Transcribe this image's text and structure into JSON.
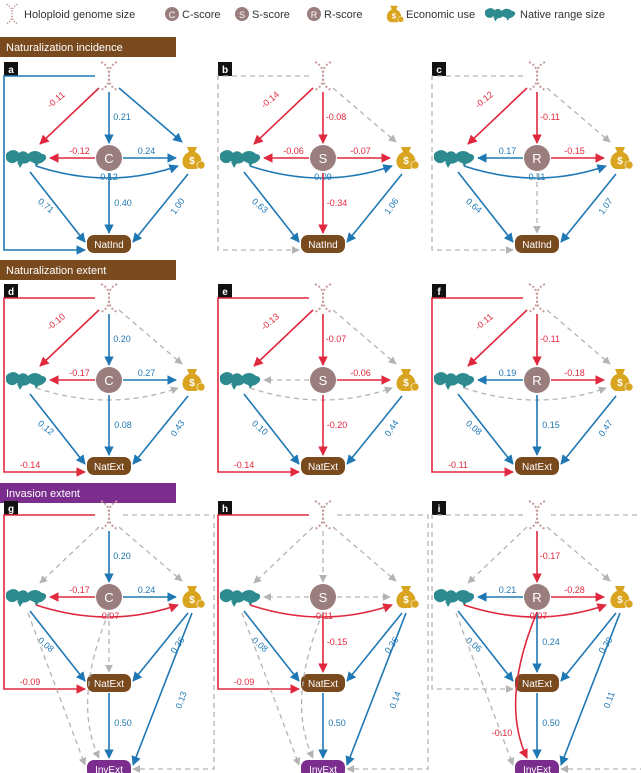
{
  "legend": {
    "genome": "Holoploid genome size",
    "c": "C-score",
    "s": "S-score",
    "r": "R-score",
    "econ": "Economic use",
    "range": "Native range size"
  },
  "headers": {
    "row1": "Naturalization incidence",
    "row2": "Naturalization extent",
    "row3": "Invasion extent"
  },
  "panels": {
    "a": {
      "tag": "a",
      "letter": "C",
      "target": "NatInd",
      "g_node": "-0.11",
      "g_econ": "",
      "node_range": "-0.12",
      "node_econ": "0.24",
      "range_econ": "0.12",
      "range_t": "0.71",
      "node_t": "0.40",
      "econ_t": "1.00",
      "g_t": "",
      "g_s": "0.21"
    },
    "b": {
      "tag": "b",
      "letter": "S",
      "target": "NatInd",
      "g_node": "-0.14",
      "node_range": "-0.06",
      "node_econ": "-0.07",
      "range_econ": "0.09",
      "range_t": "0.63",
      "node_t": "-0.34",
      "econ_t": "1.06",
      "g_s": "-0.08"
    },
    "c": {
      "tag": "c",
      "letter": "R",
      "target": "NatInd",
      "g_node": "-0.12",
      "node_range": "0.17",
      "node_econ": "-0.15",
      "range_econ": "0.11",
      "range_t": "0.64",
      "econ_t": "1.07",
      "g_s": "-0.11"
    },
    "d": {
      "tag": "d",
      "letter": "C",
      "target": "NatExt",
      "g_node": "-0.10",
      "node_range": "-0.17",
      "node_econ": "0.27",
      "range_t": "0.12",
      "node_t": "0.08",
      "econ_t": "0.43",
      "g_t": "-0.14",
      "g_s": "0.20"
    },
    "e": {
      "tag": "e",
      "letter": "S",
      "target": "NatExt",
      "g_node": "-0.13",
      "node_econ": "-0.06",
      "range_t": "0.10",
      "node_t": "-0.20",
      "econ_t": "0.44",
      "g_t": "-0.14",
      "g_s": "-0.07"
    },
    "f": {
      "tag": "f",
      "letter": "R",
      "target": "NatExt",
      "g_node": "-0.11",
      "node_range": "0.19",
      "node_econ": "-0.18",
      "range_t": "0.08",
      "node_t": "0.15",
      "econ_t": "0.47",
      "g_t": "-0.11",
      "g_s": "-0.11"
    },
    "g": {
      "tag": "g",
      "letter": "C",
      "target": "NatExt",
      "target2": "InvExt",
      "node_range": "-0.17",
      "node_econ": "0.24",
      "range_econ": "-0.07",
      "range_t": "0.08",
      "econ_t": "0.36",
      "econ_t2": "0.13",
      "t_t2": "0.50",
      "g_t": "-0.09",
      "g_s": "0.20"
    },
    "h": {
      "tag": "h",
      "letter": "S",
      "target": "NatExt",
      "target2": "InvExt",
      "range_econ": "-0.11",
      "node_t": "-0.15",
      "range_t": "0.08",
      "econ_t": "0.36",
      "econ_t2": "0.14",
      "t_t2": "0.50",
      "g_t": "-0.09"
    },
    "i": {
      "tag": "i",
      "letter": "R",
      "target": "NatExt",
      "target2": "InvExt",
      "g_s": "-0.17",
      "node_range": "0.21",
      "node_econ": "-0.28",
      "range_econ": "-0.07",
      "range_t": "0.06",
      "node_t": "0.24",
      "econ_t": "0.39",
      "econ_t2": "0.11",
      "node_t2": "-0.10",
      "t_t2": "0.50"
    }
  },
  "colors": {
    "pos": "#1f78b4",
    "neg": "#e0283e",
    "ns": "#b3b3b3",
    "brown": "#7a4a1f",
    "purple": "#7b2d8e",
    "circle": "#9a7d7d",
    "econ": "#d9a521",
    "map": "#2d8b8f"
  }
}
